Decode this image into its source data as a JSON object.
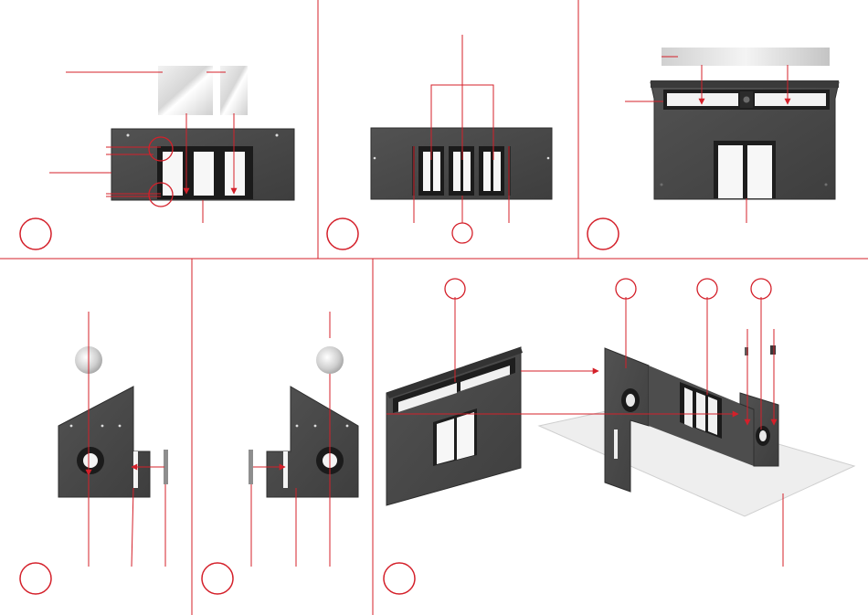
{
  "colors": {
    "accent": "#d4202a",
    "panel": "#4a4a4a",
    "panel_edge": "#333333",
    "window_frame": "#1e1e1e",
    "glass": "#e2e2e2",
    "base_plate": "#ececec"
  },
  "steps": [
    {
      "id": "step-1",
      "panel": "front-wall-with-window"
    },
    {
      "id": "step-2",
      "panel": "wall-with-three-windows"
    },
    {
      "id": "step-3",
      "panel": "wall-with-door-and-transom"
    },
    {
      "id": "step-4",
      "panel": "side-wall-round-window-left"
    },
    {
      "id": "step-5",
      "panel": "side-wall-round-window-right"
    },
    {
      "id": "step-6",
      "panel": "final-assembly"
    }
  ]
}
